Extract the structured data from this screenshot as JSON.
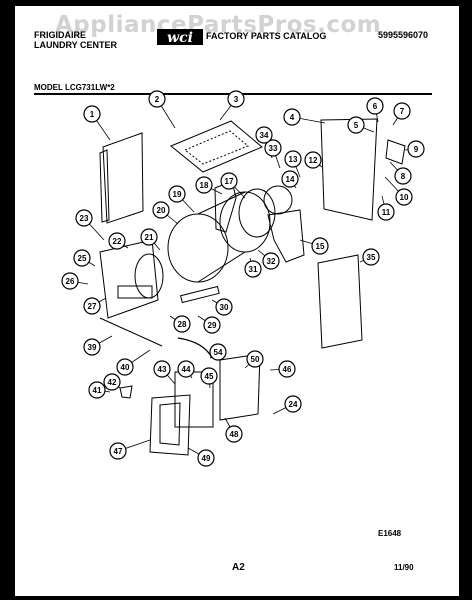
{
  "header": {
    "watermark": "AppliancePartsPros.com",
    "brand": "FRIGIDAIRE",
    "subtitle": "LAUNDRY CENTER",
    "catalog_text": "FACTORY PARTS CATALOG",
    "part_number": "5995596070",
    "model": "MODEL LCG731LW*2"
  },
  "logo_text": "wci",
  "diagram": {
    "callouts": [
      "1",
      "2",
      "3",
      "4",
      "5",
      "6",
      "7",
      "8",
      "9",
      "10",
      "11",
      "12",
      "13",
      "14",
      "15",
      "17",
      "18",
      "19",
      "20",
      "21",
      "22",
      "23",
      "24",
      "25",
      "26",
      "27",
      "28",
      "29",
      "30",
      "31",
      "32",
      "33",
      "34",
      "35",
      "39",
      "40",
      "41",
      "42",
      "43",
      "44",
      "45",
      "46",
      "47",
      "48",
      "49",
      "50",
      "54"
    ]
  },
  "footer": {
    "code": "E1648",
    "page": "A2",
    "date": "11/90"
  }
}
